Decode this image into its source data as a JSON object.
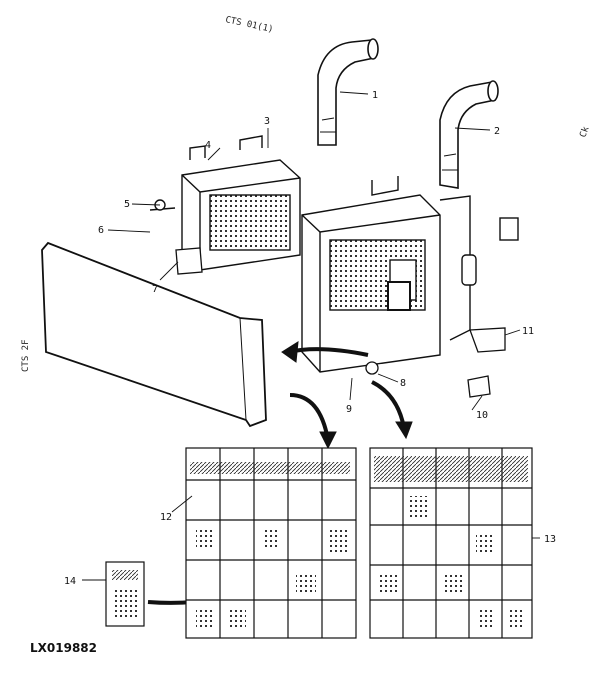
{
  "figure": {
    "id_code": "LX019882",
    "callouts": {
      "c1": "1",
      "c2": "2",
      "c3": "3",
      "c4": "4",
      "c5": "5",
      "c6": "6",
      "c7": "7",
      "c8": "8",
      "c9": "9",
      "c10": "10",
      "c11": "11",
      "c12": "12",
      "c13": "13",
      "c14": "14"
    },
    "rotated_text": {
      "top": "CTS 01(1)",
      "left": "CTS 2F",
      "right": "Ck"
    }
  },
  "colors": {
    "ink": "#111111",
    "paper": "#ffffff"
  }
}
